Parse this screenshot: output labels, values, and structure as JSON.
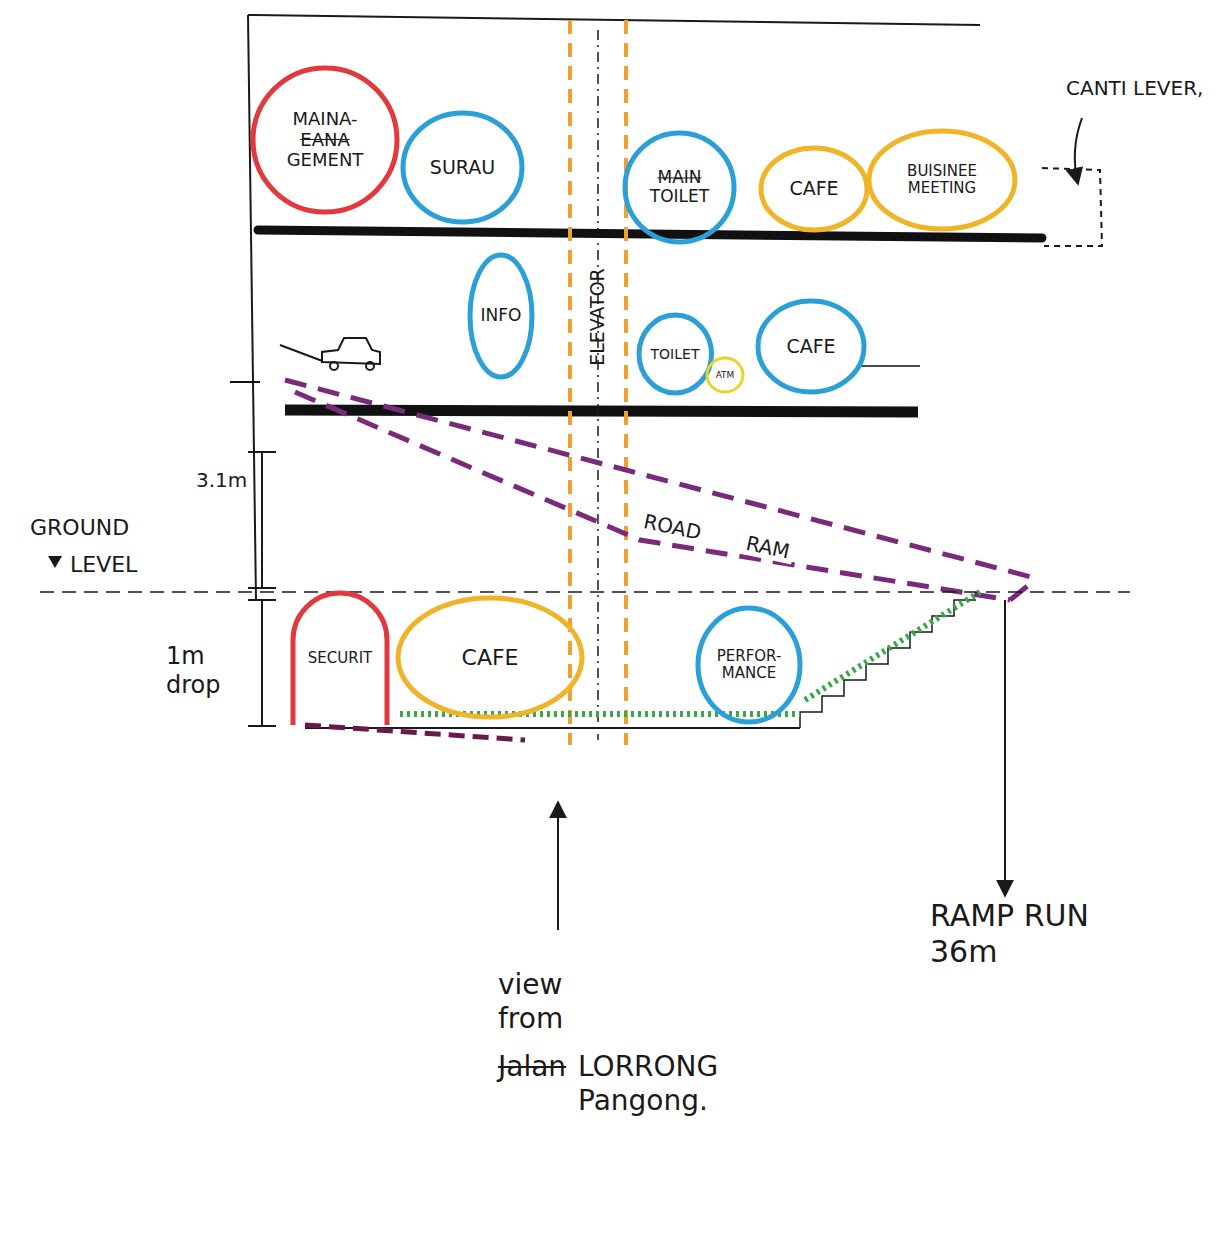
{
  "diagram": {
    "nodes": [
      {
        "text": [
          "MAINA-",
          "EANA",
          "GEMENT"
        ]
      },
      {
        "text": [
          "SURAU"
        ]
      },
      {
        "text": [
          "MAIN",
          "TOILET"
        ]
      },
      {
        "text": [
          "CAFE"
        ]
      },
      {
        "text": [
          "BUISINEE MEETING"
        ]
      },
      {
        "text": [
          "INFO"
        ]
      },
      {
        "text": [
          "ELEVATOR"
        ]
      },
      {
        "text": [
          "TOILET"
        ]
      },
      {
        "text": [
          "ATM"
        ]
      },
      {
        "text": [
          "CAFE"
        ]
      },
      {
        "text": [
          "SECURIT"
        ]
      },
      {
        "text": [
          "CAFE"
        ]
      },
      {
        "text": [
          "PERFOR- MANCE"
        ]
      }
    ],
    "labels": [
      "CANTI LEVER,",
      "3.1m",
      "GROUND",
      "LEVEL",
      "1m drop",
      "ROAD RAM",
      "view from",
      "Jalan",
      "LORRONG Pangong.",
      "RAMP RUN 36m"
    ]
  }
}
